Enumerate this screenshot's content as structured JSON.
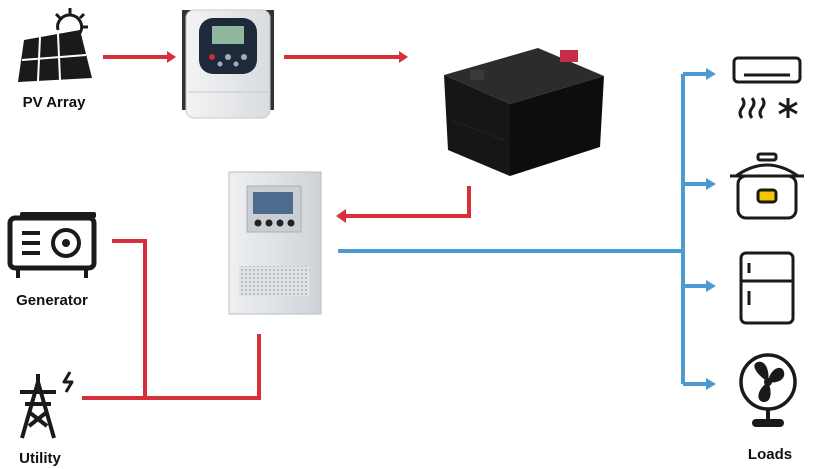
{
  "sources": {
    "pv_array": "PV Array",
    "generator": "Generator",
    "utility": "Utility"
  },
  "loads": {
    "title": "Loads",
    "items": [
      "air-conditioner",
      "rice-cooker",
      "refrigerator",
      "fan"
    ]
  },
  "components": [
    "solar-charge-controller",
    "battery",
    "inverter"
  ],
  "colors": {
    "dc_line": "#d7303a",
    "ac_line": "#4b9bd2",
    "icon": "#1a1a1a",
    "controller_display": "#1e2a3a",
    "battery_body": "#151515",
    "inverter_body": "#dfe2e6"
  }
}
